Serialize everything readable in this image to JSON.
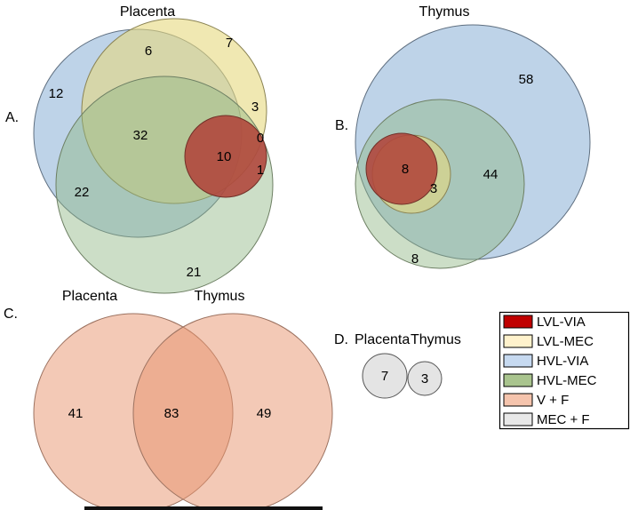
{
  "figure": {
    "panel_a": {
      "label": "A.",
      "title": "Placenta",
      "values": {
        "blue_only": "12",
        "blue_yellow": "6",
        "yellow_only": "7",
        "core": "32",
        "yellow_sliver": "3",
        "red_yellow": "0",
        "red_core": "10",
        "red_green": "1",
        "blue_green": "22",
        "green_only": "21"
      }
    },
    "panel_b": {
      "label": "B.",
      "title": "Thymus",
      "values": {
        "blue_only": "58",
        "blue_green": "44",
        "yellow": "3",
        "red": "8",
        "green_only": "8"
      }
    },
    "panel_c": {
      "label": "C.",
      "left_title": "Placenta",
      "right_title": "Thymus",
      "values": {
        "left_only": "41",
        "overlap": "83",
        "right_only": "49"
      }
    },
    "panel_d": {
      "label": "D.",
      "left_title": "Placenta",
      "right_title": "Thymus",
      "values": {
        "left": "7",
        "right": "3"
      }
    },
    "legend": {
      "items": [
        {
          "label": "LVL-VIA",
          "color": "#C00000"
        },
        {
          "label": "LVL-MEC",
          "color": "#FFF2CC"
        },
        {
          "label": "HVL-VIA",
          "color": "#C6D9F0"
        },
        {
          "label": "HVL-MEC",
          "color": "#A9C48E"
        },
        {
          "label": "V + F",
          "color": "#F5C4AD"
        },
        {
          "label": "MEC + F",
          "color": "#E8E8E8"
        }
      ]
    }
  },
  "chart_data": [
    {
      "type": "venn",
      "panel": "A",
      "title": "Placenta",
      "sets": [
        "LVL-VIA",
        "LVL-MEC",
        "HVL-VIA",
        "HVL-MEC"
      ],
      "regions": [
        {
          "sets": [
            "HVL-VIA"
          ],
          "value": 12
        },
        {
          "sets": [
            "HVL-VIA",
            "LVL-MEC"
          ],
          "value": 6
        },
        {
          "sets": [
            "LVL-MEC"
          ],
          "value": 7
        },
        {
          "sets": [
            "LVL-MEC",
            "HVL-VIA",
            "HVL-MEC"
          ],
          "value": 32
        },
        {
          "sets": [
            "LVL-MEC (right sliver)"
          ],
          "value": 3
        },
        {
          "sets": [
            "LVL-VIA",
            "LVL-MEC"
          ],
          "value": 0
        },
        {
          "sets": [
            "LVL-VIA",
            "LVL-MEC",
            "HVL-VIA",
            "HVL-MEC"
          ],
          "value": 10
        },
        {
          "sets": [
            "LVL-VIA",
            "HVL-MEC"
          ],
          "value": 1
        },
        {
          "sets": [
            "HVL-VIA",
            "HVL-MEC"
          ],
          "value": 22
        },
        {
          "sets": [
            "HVL-MEC"
          ],
          "value": 21
        }
      ]
    },
    {
      "type": "venn",
      "panel": "B",
      "title": "Thymus",
      "sets": [
        "LVL-VIA",
        "LVL-MEC",
        "HVL-VIA",
        "HVL-MEC"
      ],
      "regions": [
        {
          "sets": [
            "HVL-VIA"
          ],
          "value": 58
        },
        {
          "sets": [
            "HVL-VIA",
            "HVL-MEC"
          ],
          "value": 44
        },
        {
          "sets": [
            "LVL-MEC"
          ],
          "value": 3
        },
        {
          "sets": [
            "LVL-VIA"
          ],
          "value": 8
        },
        {
          "sets": [
            "HVL-MEC"
          ],
          "value": 8
        }
      ]
    },
    {
      "type": "venn",
      "panel": "C",
      "sets": [
        "Placenta",
        "Thymus"
      ],
      "regions": [
        {
          "sets": [
            "Placenta"
          ],
          "value": 41
        },
        {
          "sets": [
            "Placenta",
            "Thymus"
          ],
          "value": 83
        },
        {
          "sets": [
            "Thymus"
          ],
          "value": 49
        }
      ]
    },
    {
      "type": "venn",
      "panel": "D",
      "sets": [
        "Placenta",
        "Thymus"
      ],
      "regions": [
        {
          "sets": [
            "Placenta"
          ],
          "value": 7
        },
        {
          "sets": [
            "Thymus"
          ],
          "value": 3
        }
      ]
    }
  ]
}
